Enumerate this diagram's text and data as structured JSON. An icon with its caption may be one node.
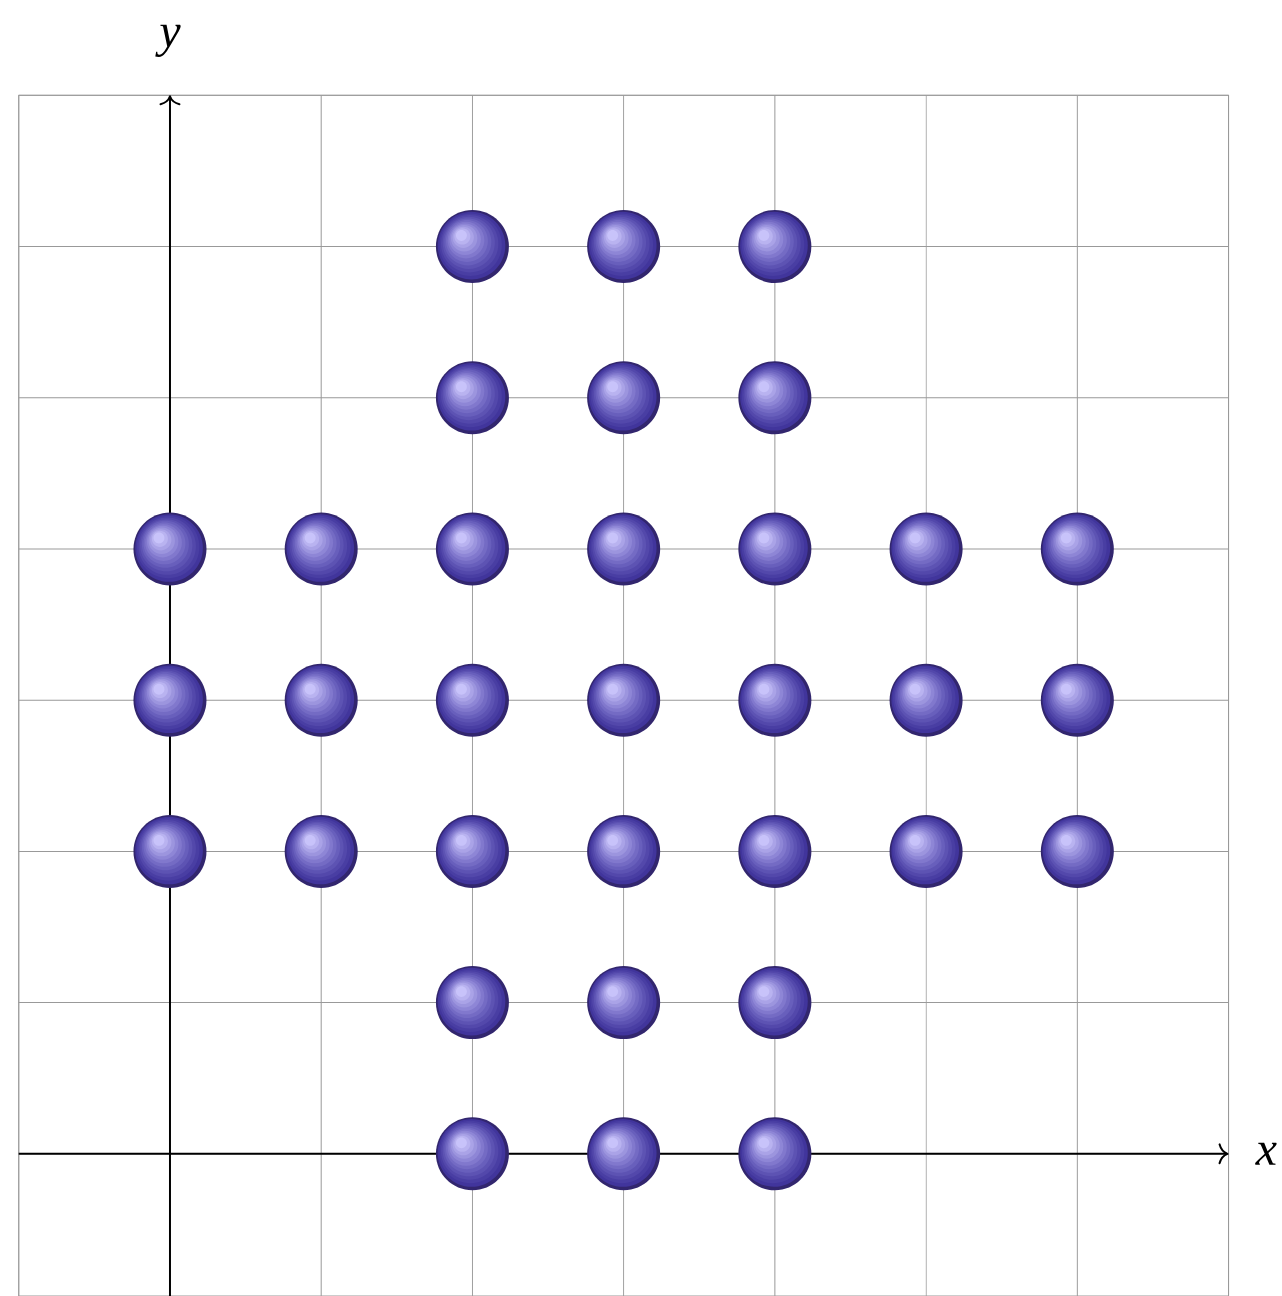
{
  "diagram": {
    "nodes": [
      {
        "text": [],
        "shape": "circle"
      },
      {
        "text": [],
        "shape": "circle"
      },
      {
        "text": [],
        "shape": "circle"
      },
      {
        "text": [],
        "shape": "circle"
      },
      {
        "text": [],
        "shape": "circle"
      },
      {
        "text": [],
        "shape": "circle"
      },
      {
        "text": [],
        "shape": "circle"
      },
      {
        "text": [],
        "shape": "circle"
      },
      {
        "text": [],
        "shape": "circle"
      },
      {
        "text": [],
        "shape": "circle"
      },
      {
        "text": [],
        "shape": "circle"
      },
      {
        "text": [],
        "shape": "circle"
      },
      {
        "text": [],
        "shape": "circle"
      },
      {
        "text": [],
        "shape": "circle"
      },
      {
        "text": [],
        "shape": "circle"
      },
      {
        "text": [],
        "shape": "circle"
      },
      {
        "text": [],
        "shape": "circle"
      },
      {
        "text": [],
        "shape": "circle"
      },
      {
        "text": [],
        "shape": "circle"
      },
      {
        "text": [],
        "shape": "circle"
      },
      {
        "text": [],
        "shape": "circle"
      },
      {
        "text": [],
        "shape": "circle"
      },
      {
        "text": [],
        "shape": "circle"
      },
      {
        "text": [],
        "shape": "circle"
      },
      {
        "text": [],
        "shape": "circle"
      },
      {
        "text": [],
        "shape": "circle"
      },
      {
        "text": [],
        "shape": "circle"
      },
      {
        "text": [],
        "shape": "circle"
      },
      {
        "text": [],
        "shape": "circle"
      },
      {
        "text": [],
        "shape": "circle"
      },
      {
        "text": [],
        "shape": "circle"
      },
      {
        "text": [],
        "shape": "circle"
      },
      {
        "text": [],
        "shape": "circle"
      }
    ],
    "labels": [
      "y",
      "x"
    ]
  }
}
